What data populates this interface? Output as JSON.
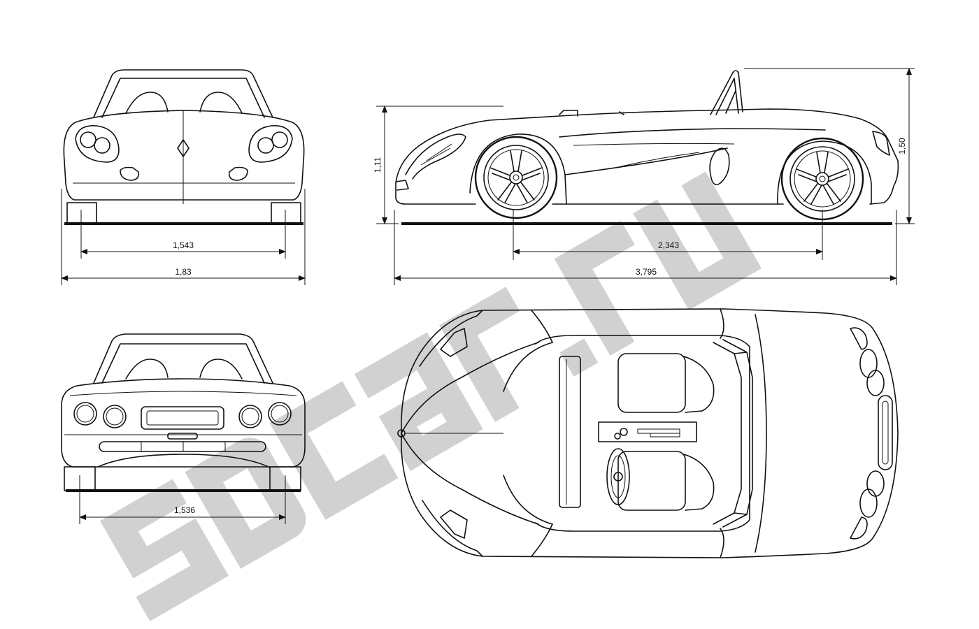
{
  "watermark": {
    "text": "SDCar.ru",
    "color": "#c9c9c9"
  },
  "views": [
    {
      "name": "front-view",
      "dimensions": {
        "track": "1,543",
        "width": "1,83"
      }
    },
    {
      "name": "side-view",
      "dimensions": {
        "height_front": "1,11",
        "height_total": "1,50",
        "wheelbase": "2,343",
        "length": "3,795"
      }
    },
    {
      "name": "rear-view",
      "dimensions": {
        "track": "1,536"
      }
    },
    {
      "name": "top-view",
      "dimensions": {}
    }
  ],
  "colors": {
    "line": "#111111",
    "background": "#ffffff"
  }
}
